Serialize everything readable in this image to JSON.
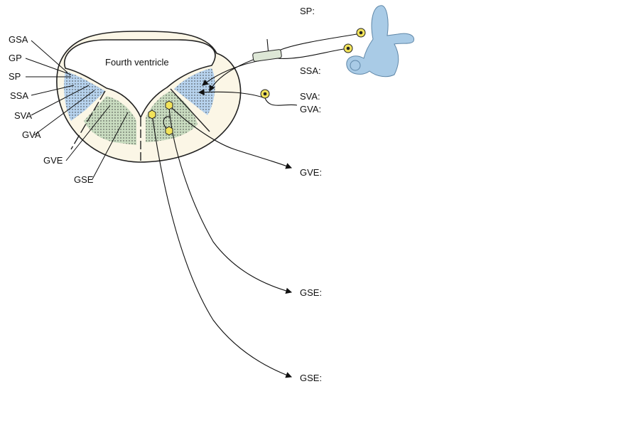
{
  "diagram": {
    "center_label": "Fourth ventricle",
    "left_labels": [
      "GSA",
      "GP",
      "SP",
      "SSA",
      "SVA",
      "GVA",
      "GVE",
      "GSE"
    ],
    "right_labels": {
      "sp": "SP:",
      "ssa": "SSA:",
      "sva": "SVA:",
      "gva": "GVA:",
      "gve": "GVE:",
      "gse1": "GSE:",
      "gse2": "GSE:"
    },
    "colors": {
      "tissue": "#fbf6e6",
      "sensory": "#b7d3ee",
      "motor": "#c9dcc0",
      "neuron": "#f2e35a",
      "inner_ear": "#a9cbe6"
    }
  }
}
